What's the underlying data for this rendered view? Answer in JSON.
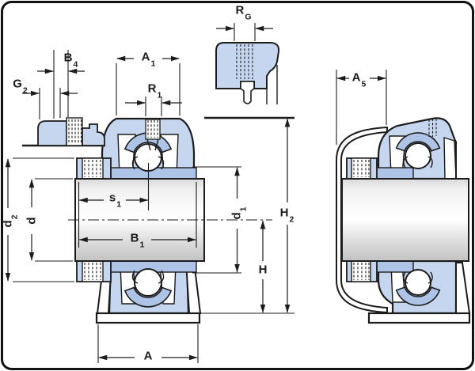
{
  "drawing": {
    "labels": {
      "a1": {
        "base": "A",
        "sub": "1"
      },
      "rg": {
        "base": "R",
        "sub": "G"
      },
      "r1": {
        "base": "R",
        "sub": "1"
      },
      "b4": {
        "base": "B",
        "sub": "4"
      },
      "g2": {
        "base": "G",
        "sub": "2"
      },
      "s1": {
        "base": "s",
        "sub": "1"
      },
      "b1": {
        "base": "B",
        "sub": "1"
      },
      "d2": {
        "base": "d",
        "sub": "2"
      },
      "d": {
        "base": "d",
        "sub": ""
      },
      "d1": {
        "base": "d",
        "sub": "1"
      },
      "h2": {
        "base": "H",
        "sub": "2"
      },
      "h": {
        "base": "H",
        "sub": ""
      },
      "a": {
        "base": "A",
        "sub": ""
      },
      "a5": {
        "base": "A",
        "sub": "5"
      }
    },
    "colors": {
      "housing_fill": "#c6d6ee",
      "bearing_ring_fill": "#aec4e6",
      "outline": "#1c1c1c",
      "shaft_highlight": "#fbfbfb",
      "shaft_shadow": "#c3c3c3",
      "background": "#ffffff"
    }
  }
}
